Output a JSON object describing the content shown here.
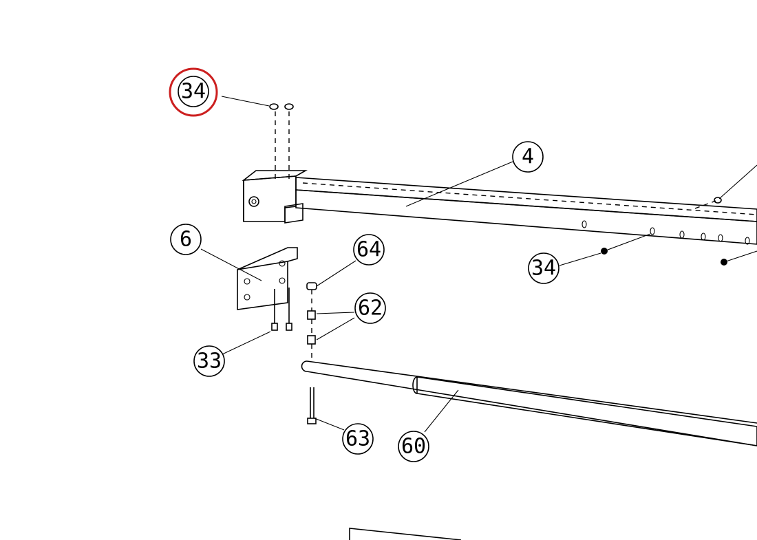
{
  "callouts": [
    {
      "label": "34",
      "highlighted": true
    },
    {
      "label": "4",
      "highlighted": false
    },
    {
      "label": "6",
      "highlighted": false
    },
    {
      "label": "64",
      "highlighted": false
    },
    {
      "label": "62",
      "highlighted": false
    },
    {
      "label": "34",
      "highlighted": false
    },
    {
      "label": "33",
      "highlighted": false
    },
    {
      "label": "63",
      "highlighted": false
    },
    {
      "label": "60",
      "highlighted": false
    }
  ],
  "colors": {
    "highlight": "#cc1f1f",
    "line": "#000000",
    "background": "#ffffff"
  }
}
